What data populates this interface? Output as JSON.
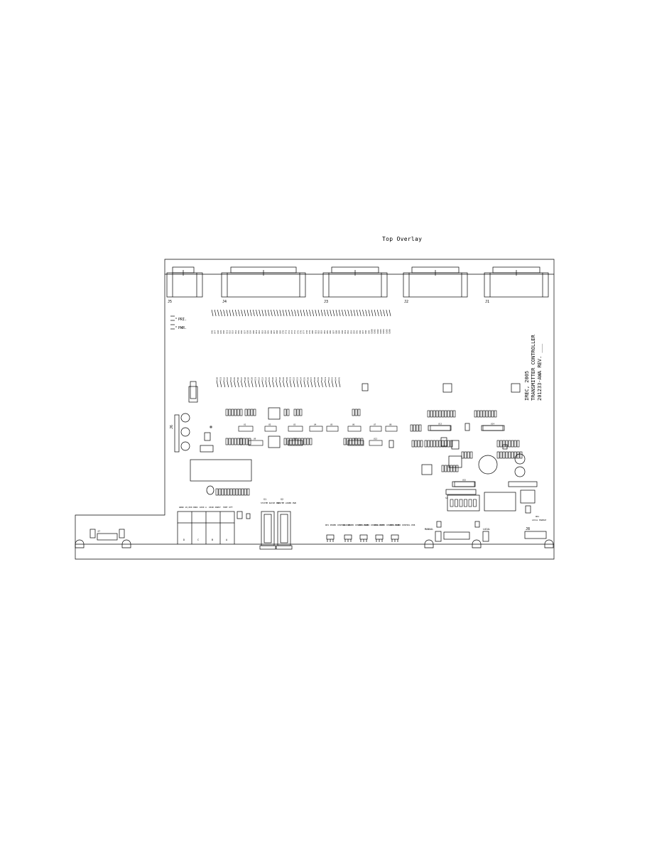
{
  "page": {
    "title": "Top Overlay"
  },
  "title_block": {
    "line1": "IREC, 2005",
    "line2": "TRANSMITTER CONTROLLER",
    "line3": "201233-AWA REV. ___"
  },
  "connectors": [
    {
      "ref": "J5"
    },
    {
      "ref": "J4"
    },
    {
      "ref": "J3"
    },
    {
      "ref": "J2"
    },
    {
      "ref": "J1"
    }
  ],
  "leds_top": [
    {
      "label": "PRI."
    },
    {
      "label": "PWR."
    }
  ],
  "cap_row_top": [
    "C46",
    "C47",
    "C48",
    "C49",
    "C50",
    "C51",
    "C52",
    "C53",
    "C54",
    "C55",
    "C56",
    "C57",
    "C58",
    "C59",
    "C60",
    "C61",
    "C62",
    "C63",
    "C64",
    "C65",
    "C66",
    "C67",
    "C68",
    "C69",
    "C70",
    "C71",
    "C72",
    "C73",
    "C74",
    "C75",
    "C76",
    "C77",
    "C78",
    "C79",
    "C80",
    "C81",
    "C82",
    "C83",
    "C84",
    "C85",
    "C86",
    "C87",
    "C88",
    "C89",
    "C90",
    "C91",
    "C92",
    "C93",
    "C94",
    "C95",
    "C96",
    "C97",
    "C98",
    "C99",
    "C100",
    "C101",
    "C102",
    "C103",
    "C104",
    "C105",
    "C106"
  ],
  "cap_row_mid": [
    "C10",
    "C11",
    "C12",
    "C13",
    "C14",
    "C15",
    "C16",
    "C17",
    "C18",
    "C19",
    "C20",
    "C21",
    "C22",
    "C23",
    "C24",
    "C25",
    "C26",
    "C27",
    "C28",
    "C29",
    "C30",
    "C31",
    "C32",
    "C33",
    "C34",
    "C35",
    "C36",
    "C37",
    "C38",
    "C39",
    "C40",
    "C41",
    "C42",
    "C43",
    "C44",
    "C45"
  ],
  "ics": [
    {
      "ref": "U1"
    },
    {
      "ref": "U2"
    },
    {
      "ref": "U3"
    },
    {
      "ref": "U4"
    },
    {
      "ref": "U5"
    },
    {
      "ref": "U6"
    },
    {
      "ref": "U7"
    },
    {
      "ref": "U8"
    },
    {
      "ref": "U9"
    },
    {
      "ref": "U10"
    },
    {
      "ref": "U11"
    },
    {
      "ref": "U12"
    },
    {
      "ref": "U13"
    },
    {
      "ref": "U14"
    },
    {
      "ref": "U15"
    }
  ],
  "dip_switch": {
    "ref": "S1"
  },
  "jumper_blocks": [
    {
      "label": "GRND 10,000 B",
      "letter": "D"
    },
    {
      "label": "RDC 1000 A",
      "letter": "C"
    },
    {
      "label": "CRSB INPUT",
      "letter": "B"
    },
    {
      "label": "TRMT OFF",
      "letter": "A"
    }
  ],
  "switches": [
    {
      "ref": "S1",
      "label": "SYSTEM RAISE PWR"
    },
    {
      "ref": "S2",
      "label": "SYSTEM LOWER PWR"
    }
  ],
  "power_controls": [
    {
      "label": "RP1 POWER CONTROL R1B"
    },
    {
      "label": "RP2 POWER CONTROL R2B"
    },
    {
      "label": "RP3 POWER CONTROL R3T"
    },
    {
      "label": "RP4 POWER CONTROL R4B"
    },
    {
      "label": "RP5 POWER CONTROL R5B"
    }
  ],
  "bottom_labels": {
    "manual": "MANUAL",
    "local": "LOCAL",
    "j8": "J8",
    "local_enable": "LOCAL ENABLE",
    "dr1": "DR1",
    "j7": "J7",
    "j6": "J6"
  }
}
